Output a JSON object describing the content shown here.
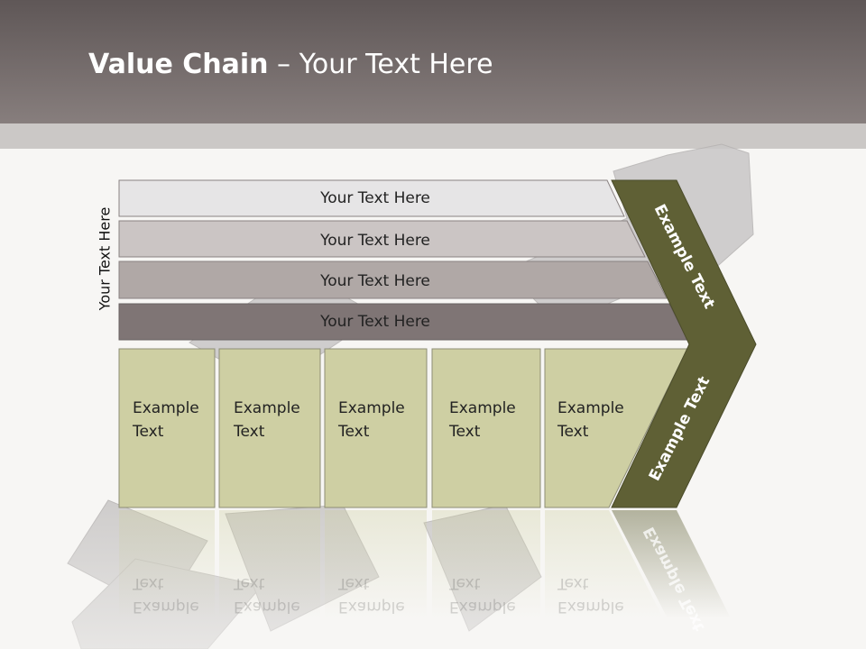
{
  "title": {
    "bold": "Value Chain",
    "rest": " – Your Text Here"
  },
  "side_label": "Your Text Here",
  "bars": [
    {
      "label": "Your Text Here",
      "fill": "#e6e5e6"
    },
    {
      "label": "Your Text Here",
      "fill": "#cbc5c4"
    },
    {
      "label": "Your Text Here",
      "fill": "#b0a8a6"
    },
    {
      "label": "Your Text Here",
      "fill": "#7f7575"
    }
  ],
  "columns": [
    {
      "line1": "Example",
      "line2": "Text"
    },
    {
      "line1": "Example",
      "line2": "Text"
    },
    {
      "line1": "Example",
      "line2": "Text"
    },
    {
      "line1": "Example",
      "line2": "Text"
    },
    {
      "line1": "Example",
      "line2": "Text"
    }
  ],
  "chevron": {
    "upper": "Example Text",
    "lower": "Example Text",
    "fill": "#5f6035"
  },
  "colors": {
    "column_fill": "#cecfa3",
    "header": "#6f6666"
  }
}
